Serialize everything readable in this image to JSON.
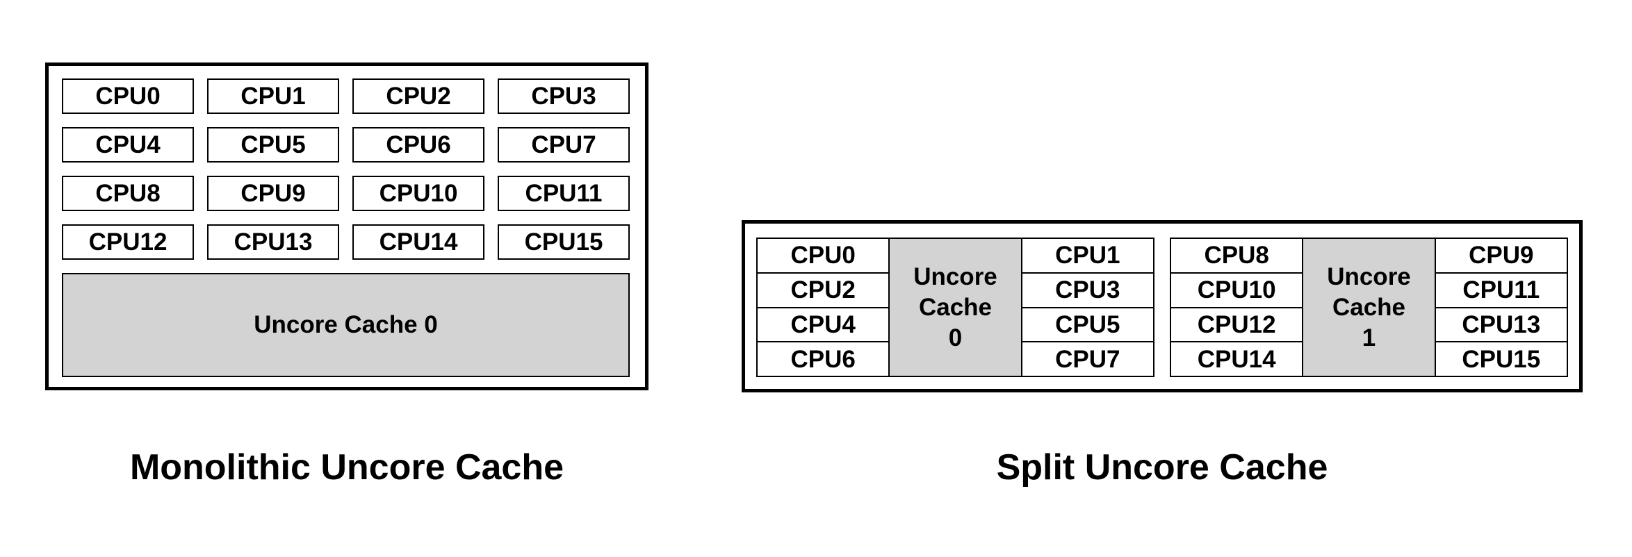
{
  "colors": {
    "cache_fill": "#d3d3d3",
    "line": "#000000",
    "background": "#ffffff"
  },
  "monolithic": {
    "caption": "Monolithic Uncore Cache",
    "cpus": [
      "CPU0",
      "CPU1",
      "CPU2",
      "CPU3",
      "CPU4",
      "CPU5",
      "CPU6",
      "CPU7",
      "CPU8",
      "CPU9",
      "CPU10",
      "CPU11",
      "CPU12",
      "CPU13",
      "CPU14",
      "CPU15"
    ],
    "cache_label": "Uncore Cache 0"
  },
  "split": {
    "caption": "Split Uncore Cache",
    "clusters": [
      {
        "left_cpus": [
          "CPU0",
          "CPU2",
          "CPU4",
          "CPU6"
        ],
        "cache_lines": [
          "Uncore",
          "Cache",
          "0"
        ],
        "right_cpus": [
          "CPU1",
          "CPU3",
          "CPU5",
          "CPU7"
        ]
      },
      {
        "left_cpus": [
          "CPU8",
          "CPU10",
          "CPU12",
          "CPU14"
        ],
        "cache_lines": [
          "Uncore",
          "Cache",
          "1"
        ],
        "right_cpus": [
          "CPU9",
          "CPU11",
          "CPU13",
          "CPU15"
        ]
      }
    ]
  }
}
